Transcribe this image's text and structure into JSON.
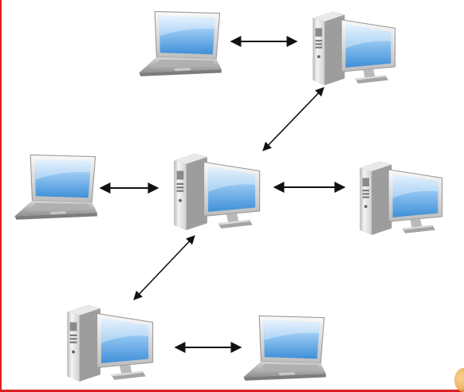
{
  "diagram": {
    "nodes": [
      {
        "id": "laptop-top",
        "kind": "laptop"
      },
      {
        "id": "desktop-top-right",
        "kind": "desktop"
      },
      {
        "id": "laptop-left",
        "kind": "laptop"
      },
      {
        "id": "desktop-center",
        "kind": "desktop"
      },
      {
        "id": "desktop-right",
        "kind": "desktop"
      },
      {
        "id": "desktop-bottom-left",
        "kind": "desktop"
      },
      {
        "id": "laptop-bottom-right",
        "kind": "laptop"
      }
    ],
    "connections": [
      {
        "from": "laptop-top",
        "to": "desktop-top-right",
        "bidirectional": true
      },
      {
        "from": "desktop-top-right",
        "to": "desktop-center",
        "bidirectional": true
      },
      {
        "from": "laptop-left",
        "to": "desktop-center",
        "bidirectional": true
      },
      {
        "from": "desktop-center",
        "to": "desktop-right",
        "bidirectional": true
      },
      {
        "from": "desktop-center",
        "to": "desktop-bottom-left",
        "bidirectional": true
      },
      {
        "from": "desktop-bottom-left",
        "to": "laptop-bottom-right",
        "bidirectional": true
      }
    ]
  },
  "colors": {
    "frame": "#d92020",
    "screen_light": "#cfe6fb",
    "screen_dark": "#3f8fd8",
    "case_light": "#f2f2f2",
    "case_dark": "#a9a9a9",
    "arrow": "#111111"
  }
}
